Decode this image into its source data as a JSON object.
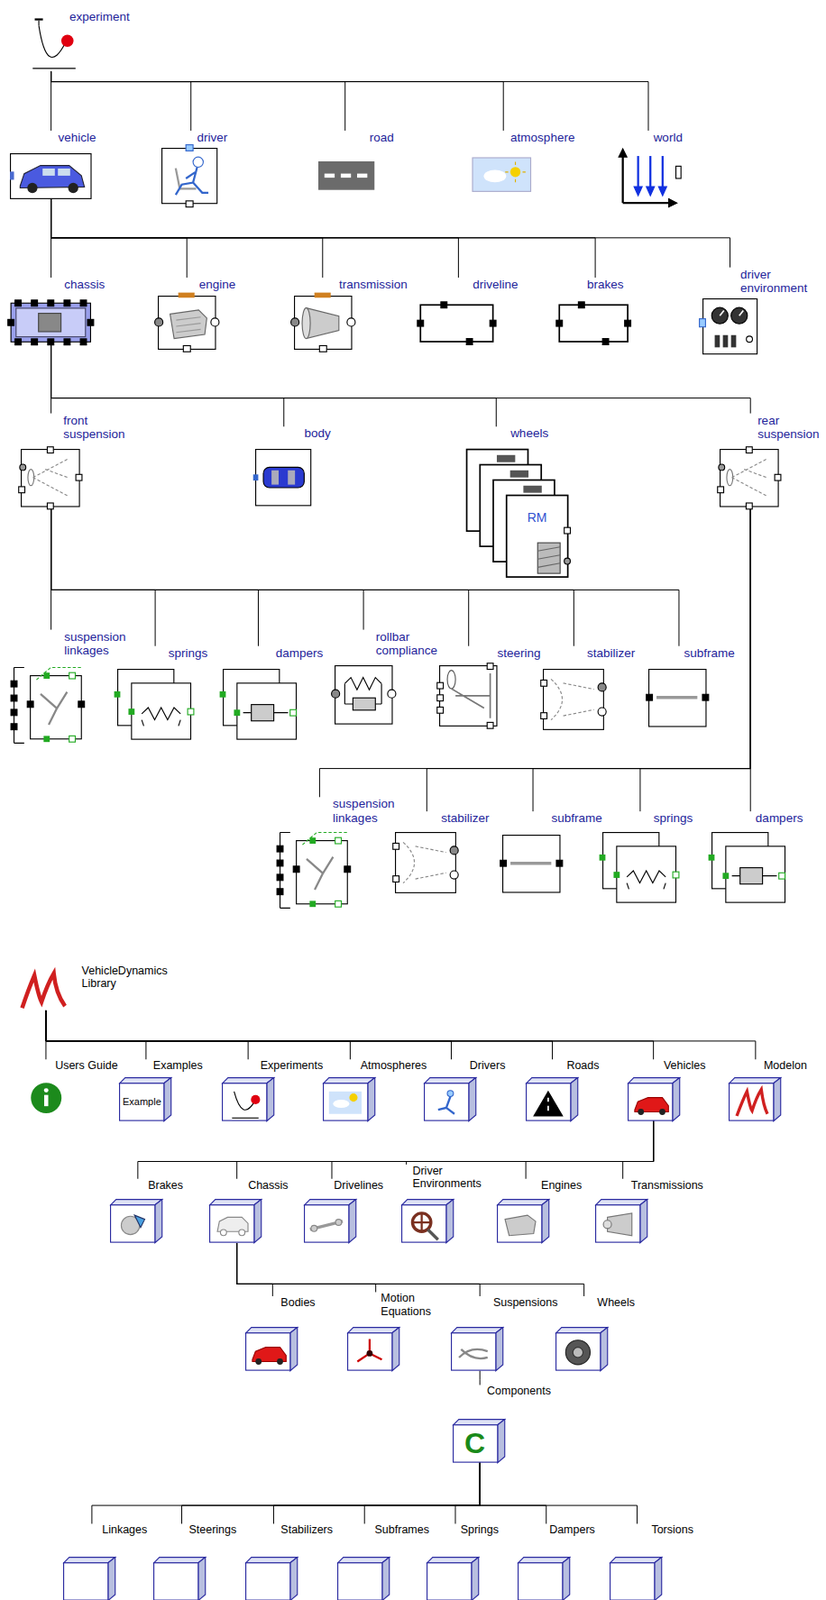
{
  "diagram": {
    "nodes": [
      {
        "text": [
          "experiment"
        ]
      },
      {
        "text": [
          "vehicle"
        ]
      },
      {
        "text": [
          "driver"
        ]
      },
      {
        "text": [
          "road"
        ]
      },
      {
        "text": [
          "atmosphere"
        ]
      },
      {
        "text": [
          "world"
        ]
      },
      {
        "text": [
          "chassis"
        ]
      },
      {
        "text": [
          "engine"
        ]
      },
      {
        "text": [
          "transmission"
        ]
      },
      {
        "text": [
          "driveline"
        ]
      },
      {
        "text": [
          "brakes"
        ]
      },
      {
        "text": [
          "driver environment"
        ]
      },
      {
        "text": [
          "front suspension"
        ]
      },
      {
        "text": [
          "body"
        ]
      },
      {
        "text": [
          "wheels",
          "RM"
        ]
      },
      {
        "text": [
          "rear suspension"
        ]
      },
      {
        "text": [
          "suspension linkages"
        ]
      },
      {
        "text": [
          "springs"
        ]
      },
      {
        "text": [
          "dampers"
        ]
      },
      {
        "text": [
          "rollbar compliance"
        ]
      },
      {
        "text": [
          "steering"
        ]
      },
      {
        "text": [
          "stabilizer"
        ]
      },
      {
        "text": [
          "subframe"
        ]
      },
      {
        "text": [
          "suspension linkages"
        ]
      },
      {
        "text": [
          "stabilizer"
        ]
      },
      {
        "text": [
          "subframe"
        ]
      },
      {
        "text": [
          "springs"
        ]
      },
      {
        "text": [
          "dampers"
        ]
      },
      {
        "text": [
          "VehicleDynamics Library"
        ]
      },
      {
        "text": [
          "Users Guide"
        ]
      },
      {
        "text": [
          "Examples",
          "Example"
        ]
      },
      {
        "text": [
          "Experiments"
        ]
      },
      {
        "text": [
          "Atmospheres"
        ]
      },
      {
        "text": [
          "Drivers"
        ]
      },
      {
        "text": [
          "Roads"
        ]
      },
      {
        "text": [
          "Vehicles"
        ]
      },
      {
        "text": [
          "Modelon"
        ]
      },
      {
        "text": [
          "Brakes"
        ]
      },
      {
        "text": [
          "Chassis"
        ]
      },
      {
        "text": [
          "Drivelines"
        ]
      },
      {
        "text": [
          "Driver Environments"
        ]
      },
      {
        "text": [
          "Engines"
        ]
      },
      {
        "text": [
          "Transmissions"
        ]
      },
      {
        "text": [
          "Bodies"
        ]
      },
      {
        "text": [
          "Motion Equations"
        ]
      },
      {
        "text": [
          "Suspensions"
        ]
      },
      {
        "text": [
          "Wheels"
        ]
      },
      {
        "text": [
          "Components",
          "C"
        ]
      },
      {
        "text": [
          "Linkages"
        ]
      },
      {
        "text": [
          "Steerings"
        ]
      },
      {
        "text": [
          "Stabilizers"
        ]
      },
      {
        "text": [
          "Subframes"
        ]
      },
      {
        "text": [
          "Springs"
        ]
      },
      {
        "text": [
          "Dampers"
        ]
      },
      {
        "text": [
          "Torsions"
        ]
      }
    ],
    "edges": [
      {
        "from": 0,
        "to": 1,
        "arrow": "none"
      },
      {
        "from": 0,
        "to": 2,
        "arrow": "none"
      },
      {
        "from": 0,
        "to": 3,
        "arrow": "none"
      },
      {
        "from": 0,
        "to": 4,
        "arrow": "none"
      },
      {
        "from": 0,
        "to": 5,
        "arrow": "none"
      },
      {
        "from": 1,
        "to": 6,
        "arrow": "none"
      },
      {
        "from": 1,
        "to": 7,
        "arrow": "none"
      },
      {
        "from": 1,
        "to": 8,
        "arrow": "none"
      },
      {
        "from": 1,
        "to": 9,
        "arrow": "none"
      },
      {
        "from": 1,
        "to": 10,
        "arrow": "none"
      },
      {
        "from": 1,
        "to": 11,
        "arrow": "none"
      },
      {
        "from": 6,
        "to": 12,
        "arrow": "none"
      },
      {
        "from": 6,
        "to": 13,
        "arrow": "none"
      },
      {
        "from": 6,
        "to": 14,
        "arrow": "none"
      },
      {
        "from": 6,
        "to": 15,
        "arrow": "none"
      },
      {
        "from": 12,
        "to": 16,
        "arrow": "none"
      },
      {
        "from": 12,
        "to": 17,
        "arrow": "none"
      },
      {
        "from": 12,
        "to": 18,
        "arrow": "none"
      },
      {
        "from": 12,
        "to": 19,
        "arrow": "none"
      },
      {
        "from": 12,
        "to": 20,
        "arrow": "none"
      },
      {
        "from": 12,
        "to": 21,
        "arrow": "none"
      },
      {
        "from": 12,
        "to": 22,
        "arrow": "none"
      },
      {
        "from": 15,
        "to": 23,
        "arrow": "none"
      },
      {
        "from": 15,
        "to": 24,
        "arrow": "none"
      },
      {
        "from": 15,
        "to": 25,
        "arrow": "none"
      },
      {
        "from": 15,
        "to": 26,
        "arrow": "none"
      },
      {
        "from": 15,
        "to": 27,
        "arrow": "none"
      },
      {
        "from": 28,
        "to": 29,
        "arrow": "none"
      },
      {
        "from": 28,
        "to": 30,
        "arrow": "none"
      },
      {
        "from": 28,
        "to": 31,
        "arrow": "none"
      },
      {
        "from": 28,
        "to": 32,
        "arrow": "none"
      },
      {
        "from": 28,
        "to": 33,
        "arrow": "none"
      },
      {
        "from": 28,
        "to": 34,
        "arrow": "none"
      },
      {
        "from": 28,
        "to": 35,
        "arrow": "none"
      },
      {
        "from": 28,
        "to": 36,
        "arrow": "none"
      },
      {
        "from": 35,
        "to": 37,
        "arrow": "none"
      },
      {
        "from": 35,
        "to": 38,
        "arrow": "none"
      },
      {
        "from": 35,
        "to": 39,
        "arrow": "none"
      },
      {
        "from": 35,
        "to": 40,
        "arrow": "none"
      },
      {
        "from": 35,
        "to": 41,
        "arrow": "none"
      },
      {
        "from": 35,
        "to": 42,
        "arrow": "none"
      },
      {
        "from": 38,
        "to": 43,
        "arrow": "none"
      },
      {
        "from": 38,
        "to": 44,
        "arrow": "none"
      },
      {
        "from": 38,
        "to": 45,
        "arrow": "none"
      },
      {
        "from": 38,
        "to": 46,
        "arrow": "none"
      },
      {
        "from": 45,
        "to": 47,
        "arrow": "none"
      },
      {
        "from": 47,
        "to": 48,
        "arrow": "none"
      },
      {
        "from": 47,
        "to": 49,
        "arrow": "none"
      },
      {
        "from": 47,
        "to": 50,
        "arrow": "none"
      },
      {
        "from": 47,
        "to": 51,
        "arrow": "none"
      },
      {
        "from": 47,
        "to": 52,
        "arrow": "none"
      },
      {
        "from": 47,
        "to": 53,
        "arrow": "none"
      },
      {
        "from": 47,
        "to": 54,
        "arrow": "none"
      }
    ]
  }
}
